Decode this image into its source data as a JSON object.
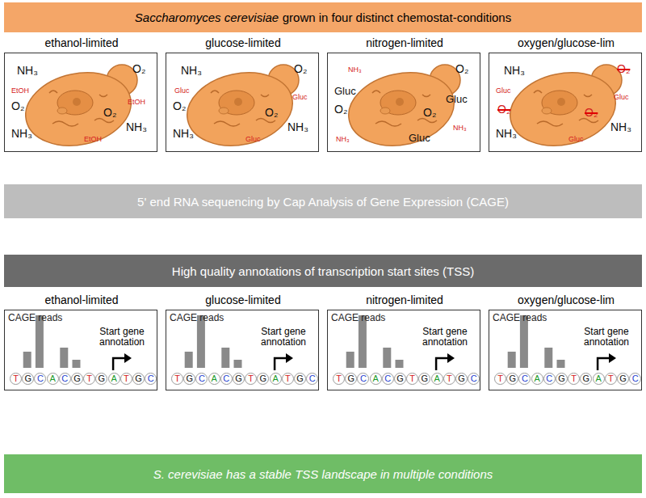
{
  "diagram": {
    "nodes": [
      {
        "text": [
          "Saccharomyces cerevisiae",
          "grown in four distinct chemostat-conditions"
        ]
      },
      {
        "text": [
          "ethanol-limited",
          "NH₃",
          "O₂",
          "EtOH",
          "O₂",
          "O₂",
          "EtOH",
          "NH₃",
          "NH₃",
          "EtOH"
        ]
      },
      {
        "text": [
          "glucose-limited",
          "NH₃",
          "O₂",
          "Gluc",
          "O₂",
          "Gluc",
          "O₂",
          "NH₃",
          "NH₃",
          "Gluc"
        ]
      },
      {
        "text": [
          "nitrogen-limited",
          "NH₃",
          "O₂",
          "Gluc",
          "O₂",
          "Gluc",
          "O₂",
          "NH₃",
          "NH₃",
          "Gluc"
        ]
      },
      {
        "text": [
          "oxygen/glucose-lim",
          "NH₃",
          "O₂",
          "Gluc",
          "O₂",
          "Gluc",
          "O₂",
          "NH₃",
          "NH₃",
          "Gluc"
        ]
      },
      {
        "text": [
          "5' end RNA sequencing by Cap Analysis of Gene Expression (CAGE)"
        ]
      },
      {
        "text": [
          "High quality annotations of transcription start sites (TSS)"
        ]
      },
      {
        "text": [
          "ethanol-limited",
          "CAGE reads",
          "Start gene annotation",
          "T",
          "G",
          "C",
          "A",
          "C",
          "G",
          "T",
          "G",
          "A",
          "T",
          "G",
          "C"
        ]
      },
      {
        "text": [
          "glucose-limited",
          "CAGE reads",
          "Start gene annotation",
          "T",
          "G",
          "C",
          "A",
          "C",
          "G",
          "T",
          "G",
          "A",
          "T",
          "G",
          "C"
        ]
      },
      {
        "text": [
          "nitrogen-limited",
          "CAGE reads",
          "Start gene annotation",
          "T",
          "G",
          "C",
          "A",
          "C",
          "G",
          "T",
          "G",
          "A",
          "T",
          "G",
          "C"
        ]
      },
      {
        "text": [
          "oxygen/glucose-lim",
          "CAGE reads",
          "Start gene annotation",
          "T",
          "G",
          "C",
          "A",
          "C",
          "G",
          "T",
          "G",
          "A",
          "T",
          "G",
          "C"
        ]
      },
      {
        "text": [
          "S. cerevisiae",
          "has a stable TSS landscape in multiple conditions"
        ]
      }
    ],
    "edges": [
      {
        "from": 1,
        "to": 5,
        "arrow": "to"
      },
      {
        "from": 2,
        "to": 5,
        "arrow": "to"
      },
      {
        "from": 3,
        "to": 5,
        "arrow": "to"
      },
      {
        "from": 4,
        "to": 5,
        "arrow": "to"
      },
      {
        "from": 5,
        "to": 6,
        "arrow": "to"
      },
      {
        "from": 5,
        "to": 6,
        "arrow": "to"
      },
      {
        "from": 5,
        "to": 6,
        "arrow": "to"
      },
      {
        "from": 5,
        "to": 6,
        "arrow": "to"
      },
      {
        "from": 7,
        "to": 11,
        "arrow": "to"
      },
      {
        "from": 8,
        "to": 11,
        "arrow": "to"
      },
      {
        "from": 9,
        "to": 11,
        "arrow": "to"
      },
      {
        "from": 10,
        "to": 11,
        "arrow": "to"
      }
    ]
  }
}
